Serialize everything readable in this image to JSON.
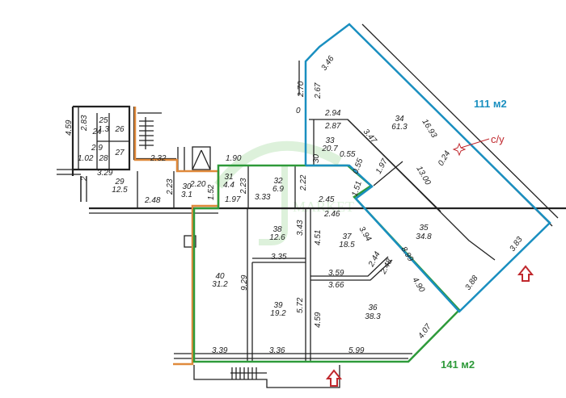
{
  "plan": {
    "areas": {
      "blue_unit": "111 м2",
      "green_unit": "141 м2"
    },
    "bathroom_label": "с/у",
    "watermark": "MARKET",
    "colors": {
      "blue": "#1a8fc0",
      "green": "#2e9a3a",
      "orange": "#e08a3c",
      "red": "#c0282d",
      "wall": "#222222"
    }
  },
  "rooms": [
    {
      "num": "24",
      "area": "2.9"
    },
    {
      "num": "25",
      "area": "1.3"
    },
    {
      "num": "26",
      "area": ""
    },
    {
      "num": "27",
      "area": ""
    },
    {
      "num": "28",
      "area": ""
    },
    {
      "num": "29",
      "area": "12.5"
    },
    {
      "num": "30",
      "area": "3.1"
    },
    {
      "num": "31",
      "area": "4.4"
    },
    {
      "num": "32",
      "area": "6.9"
    },
    {
      "num": "33",
      "area": "20.7"
    },
    {
      "num": "34",
      "area": "61.3"
    },
    {
      "num": "35",
      "area": "34.8"
    },
    {
      "num": "36",
      "area": "38.3"
    },
    {
      "num": "37",
      "area": "18.5"
    },
    {
      "num": "38",
      "area": "12.6"
    },
    {
      "num": "39",
      "area": "19.2"
    },
    {
      "num": "40",
      "area": "31.2"
    }
  ],
  "dims": [
    "3.46",
    "2.70",
    "2.67",
    "0",
    "2.94",
    "2.87",
    "3.47",
    "16.93",
    "0.24",
    "13.00",
    "1.97",
    "0.55",
    "1.51",
    "2.45",
    "2.46",
    "2.22",
    "30",
    "4.59",
    "2.83",
    "1.02",
    "2",
    "3.29",
    "2.32",
    "1.90",
    "2.23",
    "2.20",
    "1.52",
    "2.23",
    "1.97",
    "3.33",
    "2.48",
    "3.43",
    "4.51",
    "3.94",
    "8.99",
    "2.44",
    "2.48",
    "3.59",
    "3.66",
    "3.35",
    "9.29",
    "5.72",
    "4.59",
    "4.90",
    "3.88",
    "3.83",
    "4.07",
    "3.39",
    "3.36",
    "5.99",
    "0.55"
  ]
}
